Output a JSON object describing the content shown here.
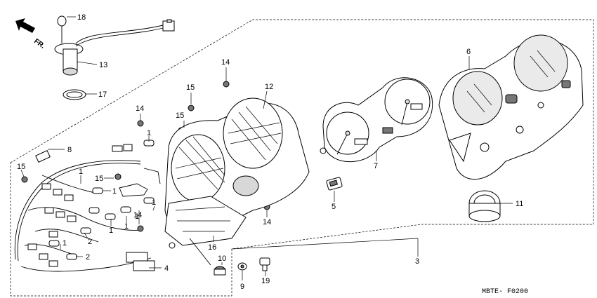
{
  "diagram": {
    "code": "MBTE- F0200",
    "direction": "FR.",
    "callouts": [
      {
        "id": "c18",
        "text": "18"
      },
      {
        "id": "c13",
        "text": "13"
      },
      {
        "id": "c17",
        "text": "17"
      },
      {
        "id": "c8",
        "text": "8"
      },
      {
        "id": "c15a",
        "text": "15"
      },
      {
        "id": "c14a",
        "text": "14"
      },
      {
        "id": "c1a",
        "text": "1"
      },
      {
        "id": "c15b",
        "text": "15"
      },
      {
        "id": "c15c",
        "text": "15"
      },
      {
        "id": "c14b",
        "text": "14"
      },
      {
        "id": "c12",
        "text": "12"
      },
      {
        "id": "c1b",
        "text": "1"
      },
      {
        "id": "c15d",
        "text": "15"
      },
      {
        "id": "c1c",
        "text": "1"
      },
      {
        "id": "c1d",
        "text": "1"
      },
      {
        "id": "c1e",
        "text": "1"
      },
      {
        "id": "c14c",
        "text": "14"
      },
      {
        "id": "c1f",
        "text": "1"
      },
      {
        "id": "c1g",
        "text": "1"
      },
      {
        "id": "c2a",
        "text": "2"
      },
      {
        "id": "c1h",
        "text": "1"
      },
      {
        "id": "c2b",
        "text": "2"
      },
      {
        "id": "c4",
        "text": "4"
      },
      {
        "id": "c16",
        "text": "16"
      },
      {
        "id": "c14d",
        "text": "14"
      },
      {
        "id": "c10",
        "text": "10"
      },
      {
        "id": "c9",
        "text": "9"
      },
      {
        "id": "c19",
        "text": "19"
      },
      {
        "id": "c5",
        "text": "5"
      },
      {
        "id": "c7",
        "text": "7"
      },
      {
        "id": "c6",
        "text": "6"
      },
      {
        "id": "c11",
        "text": "11"
      },
      {
        "id": "c3",
        "text": "3"
      }
    ]
  }
}
